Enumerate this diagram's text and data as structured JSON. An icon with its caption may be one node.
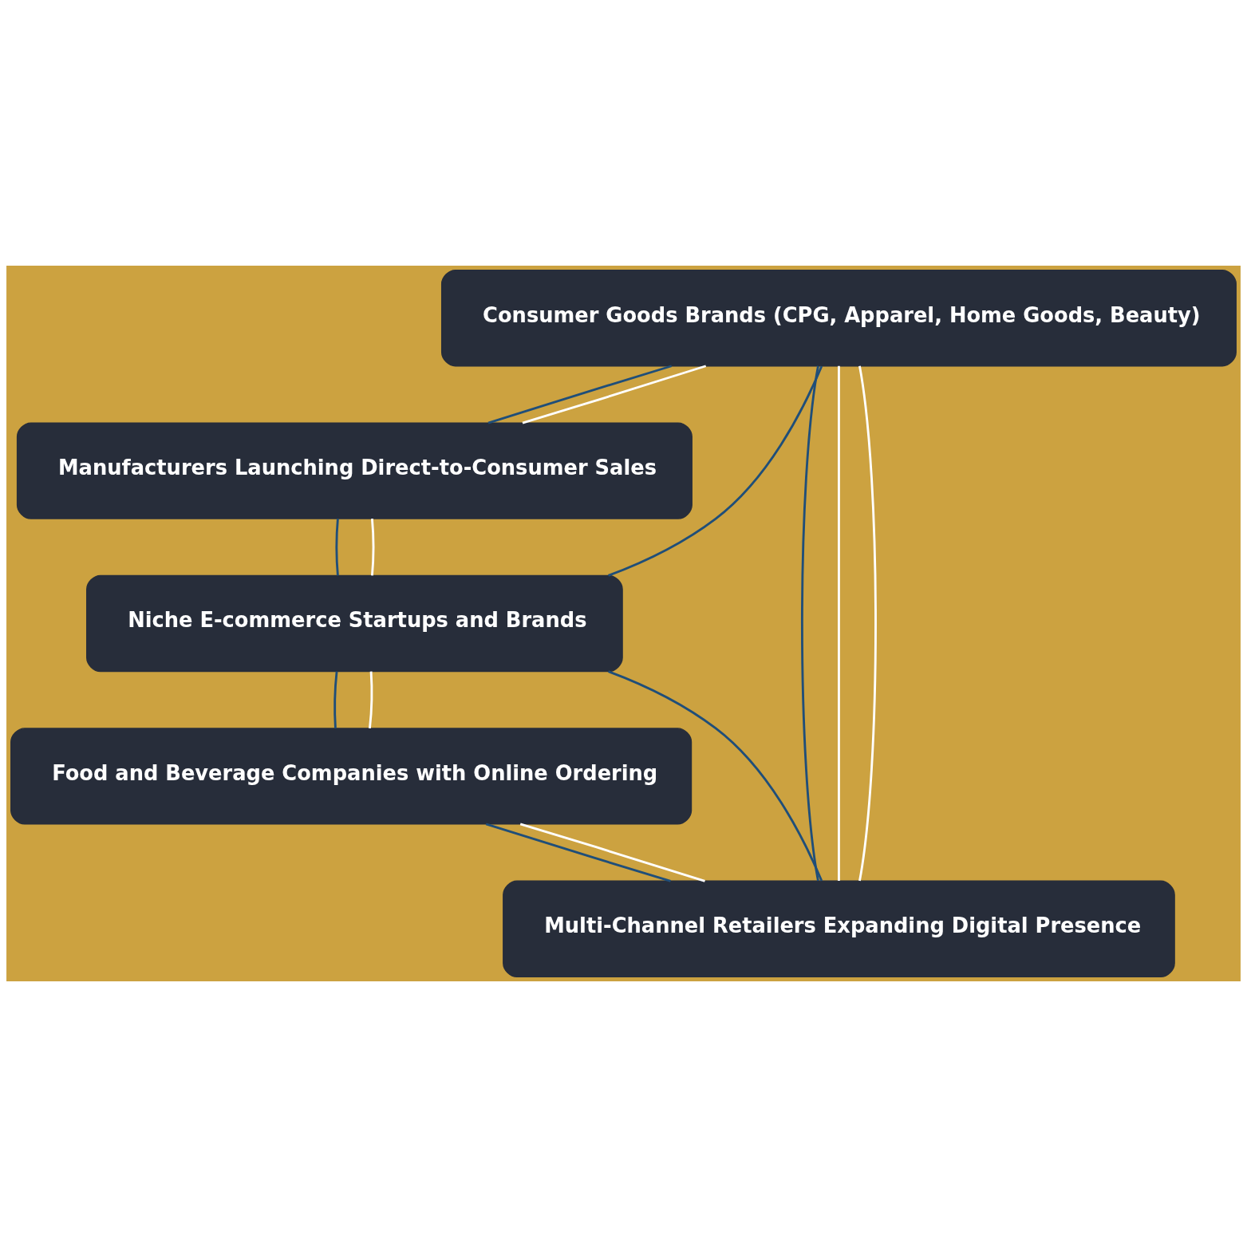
{
  "diagram": {
    "nodes": [
      {
        "text": [
          "Consumer Goods Brands (CPG, Apparel, Home Goods, Beauty)"
        ]
      },
      {
        "text": [
          "Manufacturers Launching Direct-to-Consumer Sales"
        ]
      },
      {
        "text": [
          "Niche E-commerce Startups and Brands"
        ]
      },
      {
        "text": [
          "Food and Beverage Companies with Online Ordering"
        ]
      },
      {
        "text": [
          "Multi-Channel Retailers Expanding Digital Presence"
        ]
      }
    ],
    "edges": [
      {
        "from": 0,
        "to": 1,
        "arrow": "none"
      },
      {
        "from": 0,
        "to": 1,
        "arrow": "none",
        "color": "#ffffff"
      },
      {
        "from": 0,
        "to": 2,
        "arrow": "none"
      },
      {
        "from": 0,
        "to": 4,
        "arrow": "none"
      },
      {
        "from": 0,
        "to": 4,
        "arrow": "none",
        "color": "#ffffff"
      },
      {
        "from": 0,
        "to": 4,
        "arrow": "none",
        "color": "#ffffff"
      },
      {
        "from": 1,
        "to": 2,
        "arrow": "none"
      },
      {
        "from": 1,
        "to": 2,
        "arrow": "none",
        "color": "#ffffff"
      },
      {
        "from": 2,
        "to": 3,
        "arrow": "none"
      },
      {
        "from": 2,
        "to": 3,
        "arrow": "none",
        "color": "#ffffff"
      },
      {
        "from": 2,
        "to": 4,
        "arrow": "none"
      },
      {
        "from": 3,
        "to": 4,
        "arrow": "none"
      },
      {
        "from": 3,
        "to": 4,
        "arrow": "none",
        "color": "#ffffff"
      }
    ]
  }
}
